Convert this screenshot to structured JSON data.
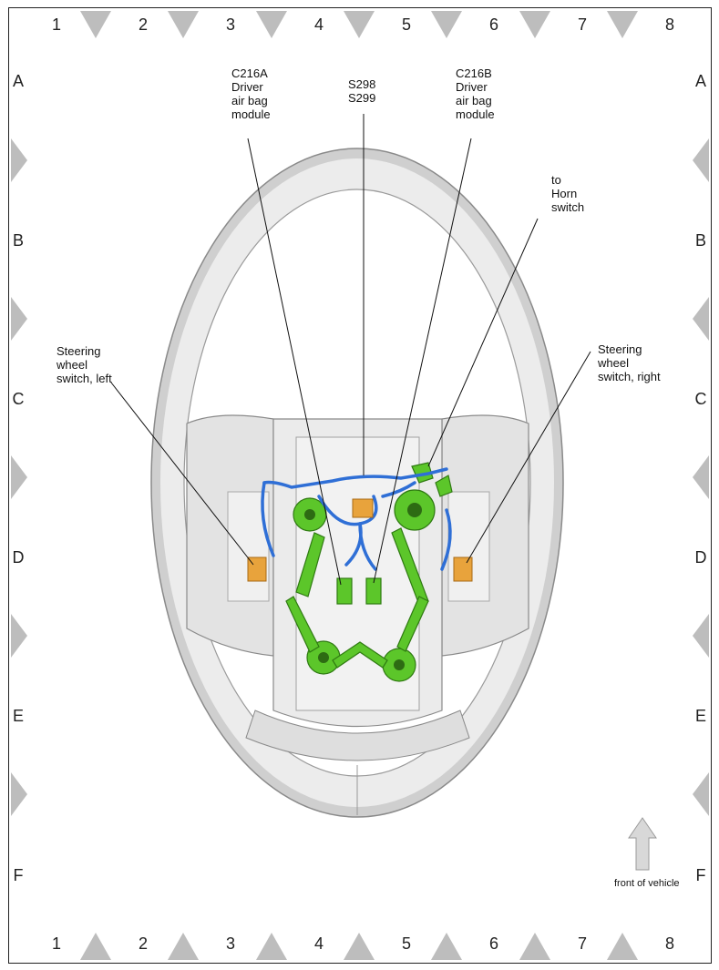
{
  "grid": {
    "columns": [
      "1",
      "2",
      "3",
      "4",
      "5",
      "6",
      "7",
      "8"
    ],
    "rows": [
      "A",
      "B",
      "C",
      "D",
      "E",
      "F"
    ]
  },
  "callouts": {
    "c216a": "C216A\nDriver\nair bag\nmodule",
    "s298": "S298\nS299",
    "c216b": "C216B\nDriver\nair bag\nmodule",
    "horn": "to\nHorn\nswitch",
    "switch_left": "Steering\nwheel\nswitch, left",
    "switch_right": "Steering\nwheel\nswitch, right"
  },
  "front_of_vehicle": "front of vehicle",
  "colors": {
    "wire": "#2f6fd6",
    "connector": "#e8a33c",
    "bracket": "#5cc62a",
    "wheel": "#dcdcdc",
    "marker": "#bdbdbd"
  }
}
